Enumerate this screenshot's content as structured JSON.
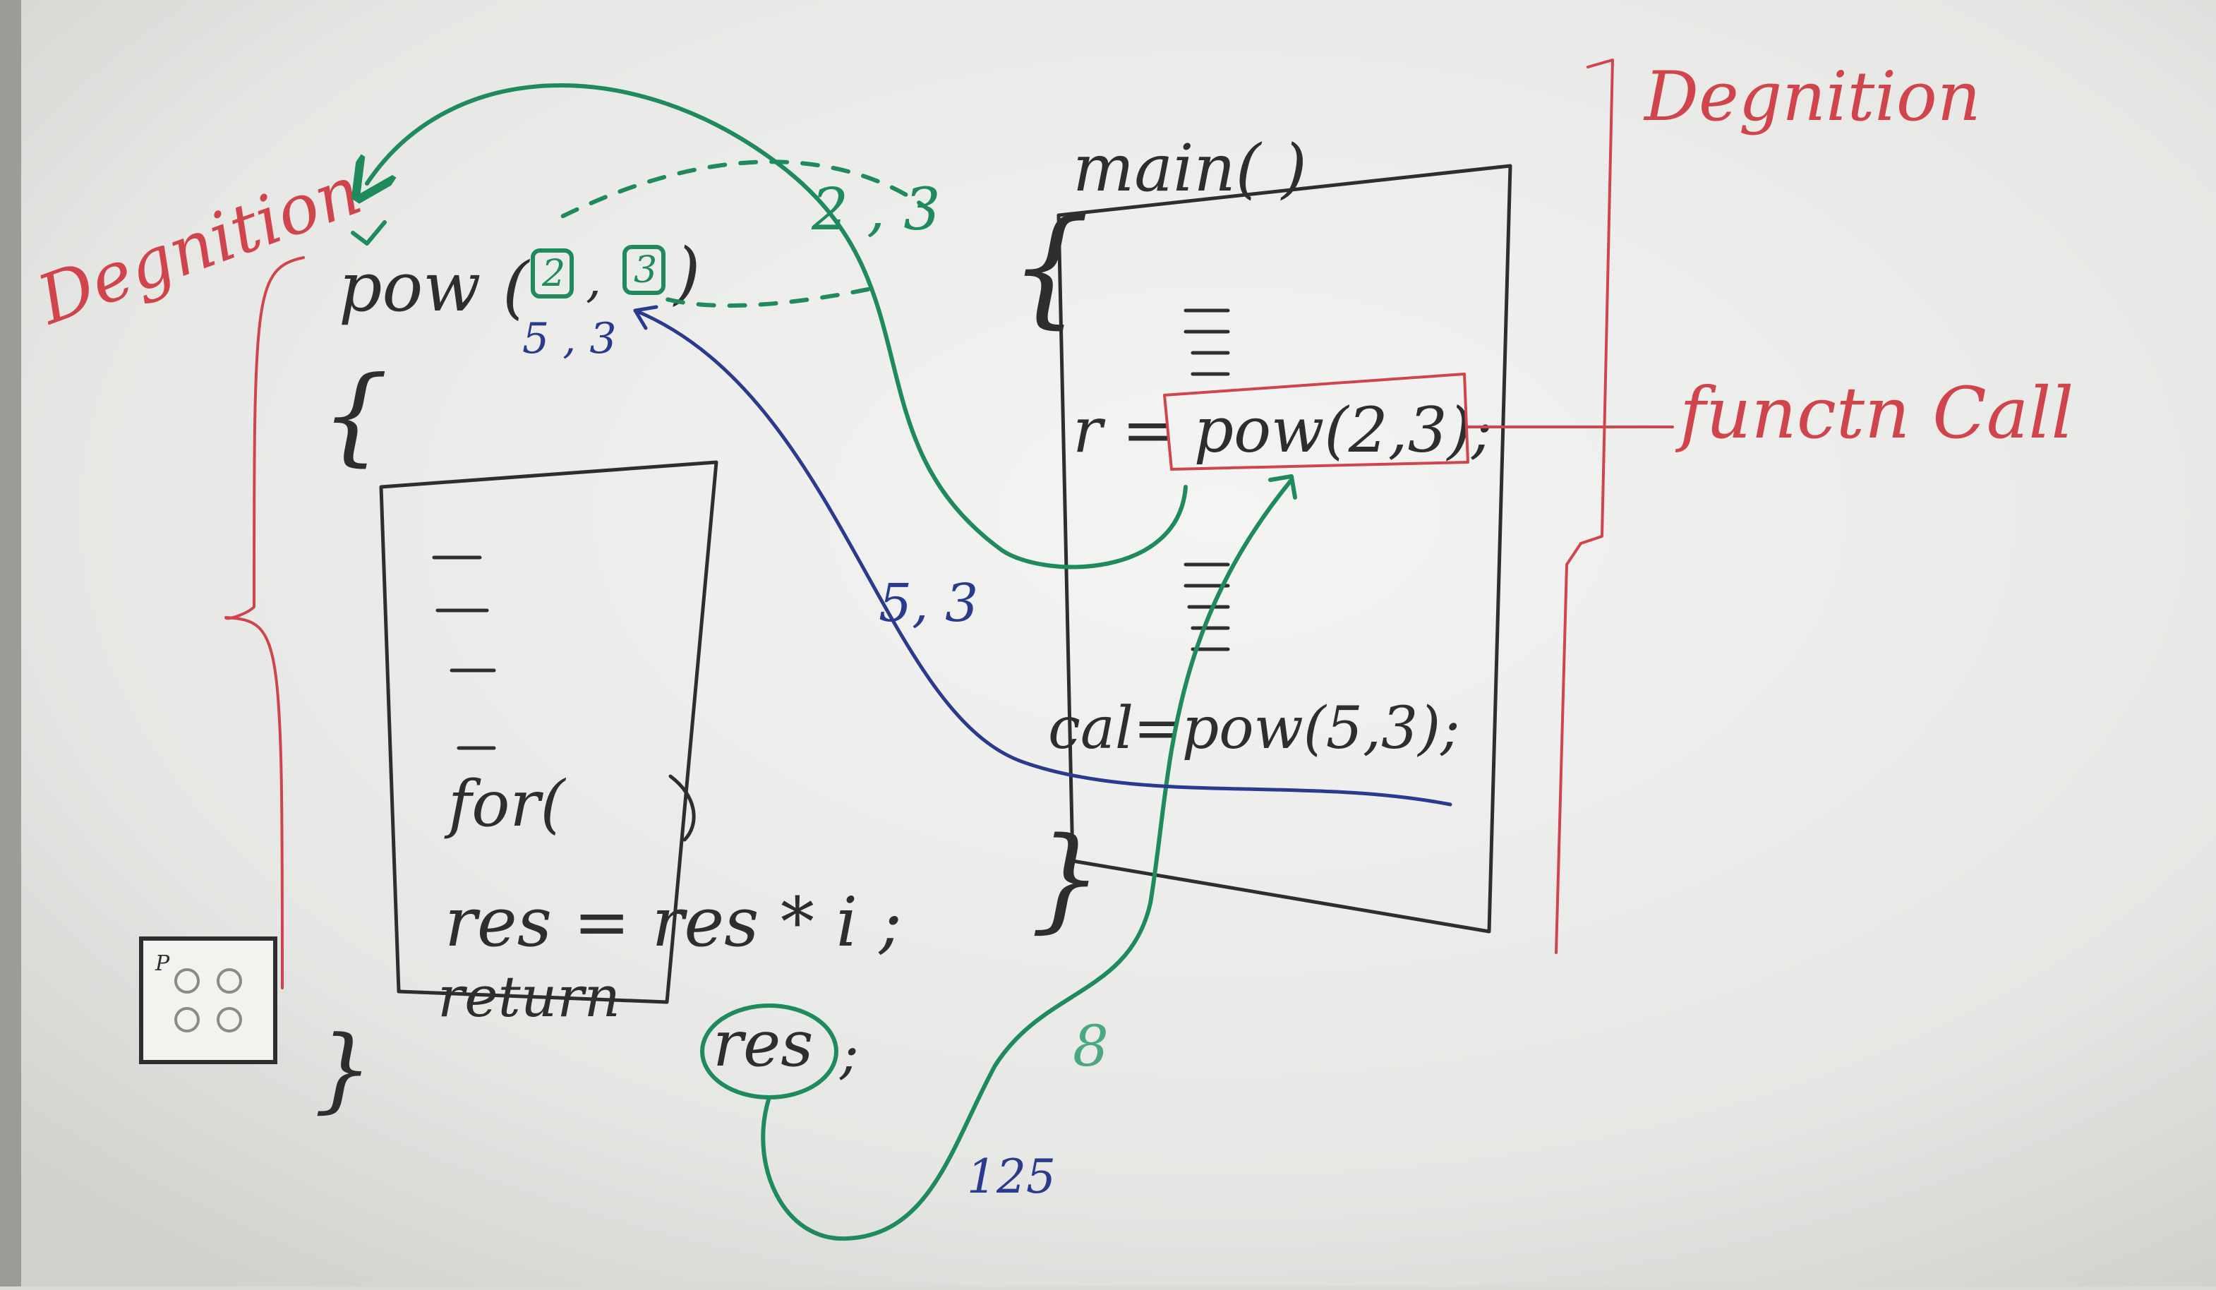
{
  "board": {
    "colors": {
      "whiteboard": "#e8e9e6",
      "black_marker": "#2e2e30",
      "red_marker": "#d0454c",
      "green_marker": "#1f8a5c",
      "blue_marker": "#2a3a8c"
    },
    "labels": {
      "definition_left": "Degnition",
      "definition_right": "Degnition",
      "function_call": "functn Call",
      "main_header": "main( )",
      "pow_header": "pow (",
      "pow_param_a": "2",
      "pow_param_b": "3",
      "pow_close": ")",
      "pow_comma": ",",
      "args_green": "2 , 3",
      "args_blue_small": "5 , 3",
      "args_blue_curve": "5, 3",
      "brace_open": "{",
      "brace_close": "}",
      "call_line_1": "r = pow(2,3);",
      "call_line_2": "cal=pow(5,3);",
      "body_for": "for(",
      "body_res": "res = res * i ;",
      "body_return": "return",
      "return_value": "res",
      "return_semicolon": ";",
      "result_125": "125",
      "result_8": "8",
      "switch_label": "P"
    }
  }
}
